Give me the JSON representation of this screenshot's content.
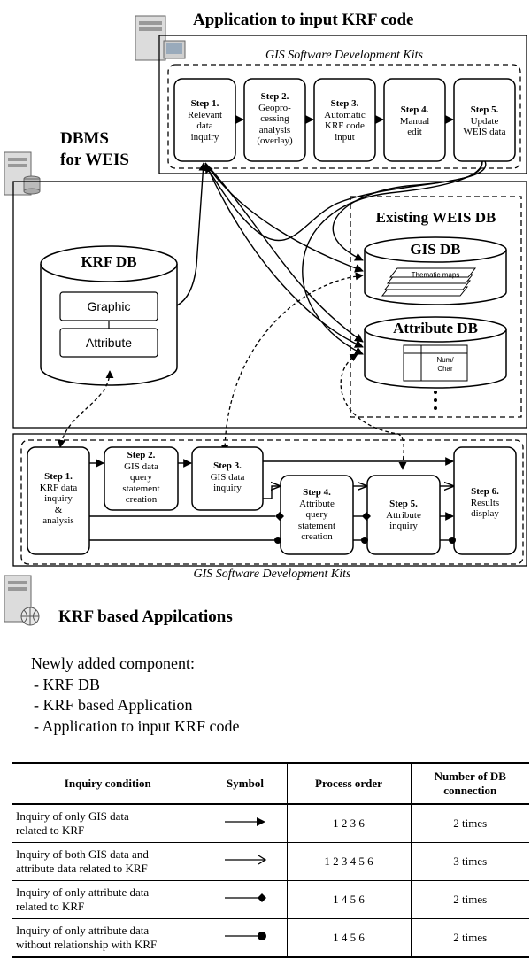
{
  "top_app": {
    "title": "Application to input KRF code",
    "sdk_label": "GIS Software Development Kits",
    "steps": [
      {
        "num": "Step 1.",
        "lines": [
          "Relevant",
          "data",
          "inquiry"
        ]
      },
      {
        "num": "Step 2.",
        "lines": [
          "Geopro-",
          "cessing",
          "analysis",
          "(overlay)"
        ]
      },
      {
        "num": "Step 3.",
        "lines": [
          "Automatic",
          "KRF code",
          "input"
        ]
      },
      {
        "num": "Step 4.",
        "lines": [
          "Manual",
          "edit"
        ]
      },
      {
        "num": "Step 5.",
        "lines": [
          "Update",
          "WEIS data"
        ]
      }
    ]
  },
  "dbms": {
    "title_line1": "DBMS",
    "title_line2": "for WEIS",
    "krf_db": {
      "title": "KRF DB",
      "graphic": "Graphic",
      "attribute": "Attribute"
    },
    "existing": {
      "title": "Existing WEIS DB",
      "gis_db": "GIS DB",
      "thematic": "Thematic maps",
      "attr_db": "Attribute DB",
      "num_char_1": "Num/",
      "num_char_2": "Char"
    }
  },
  "bottom_app": {
    "title": "KRF based Appilcations",
    "sdk_label": "GIS Software Development Kits",
    "steps": [
      {
        "num": "Step 1.",
        "lines": [
          "KRF data",
          "inquiry",
          "&",
          "analysis"
        ]
      },
      {
        "num": "Step 2.",
        "lines": [
          "GIS data",
          "query",
          "statement",
          "creation"
        ]
      },
      {
        "num": "Step 3.",
        "lines": [
          "GIS data",
          "inquiry"
        ]
      },
      {
        "num": "Step 4.",
        "lines": [
          "Attribute",
          "query",
          "statement",
          "creation"
        ]
      },
      {
        "num": "Step 5.",
        "lines": [
          "Attribute",
          "inquiry"
        ]
      },
      {
        "num": "Step 6.",
        "lines": [
          "Results",
          "display"
        ]
      }
    ]
  },
  "legend": {
    "heading": "Newly added component:",
    "items": [
      "- KRF DB",
      "- KRF based Application",
      "-  Application to input KRF code"
    ]
  },
  "table": {
    "headers": [
      "Inquiry condition",
      "Symbol",
      "Process order",
      "Number of DB connection"
    ],
    "rows": [
      {
        "condition": [
          "Inquiry of only GIS data",
          "related to KRF"
        ],
        "symbol": "arrow-filled",
        "order": "1  2  3  6",
        "connections": "2 times"
      },
      {
        "condition": [
          "Inquiry of both GIS data  and",
          "attribute data related to KRF"
        ],
        "symbol": "arrow-open",
        "order": "1  2  3  4  5  6",
        "connections": "3 times"
      },
      {
        "condition": [
          "Inquiry of only attribute data",
          "related to KRF"
        ],
        "symbol": "diamond-end",
        "order": "1  4  5  6",
        "connections": "2 times"
      },
      {
        "condition": [
          "Inquiry of only attribute data",
          "without relationship with KRF"
        ],
        "symbol": "circle-end",
        "order": "1  4  5  6",
        "connections": "2 times"
      }
    ]
  }
}
